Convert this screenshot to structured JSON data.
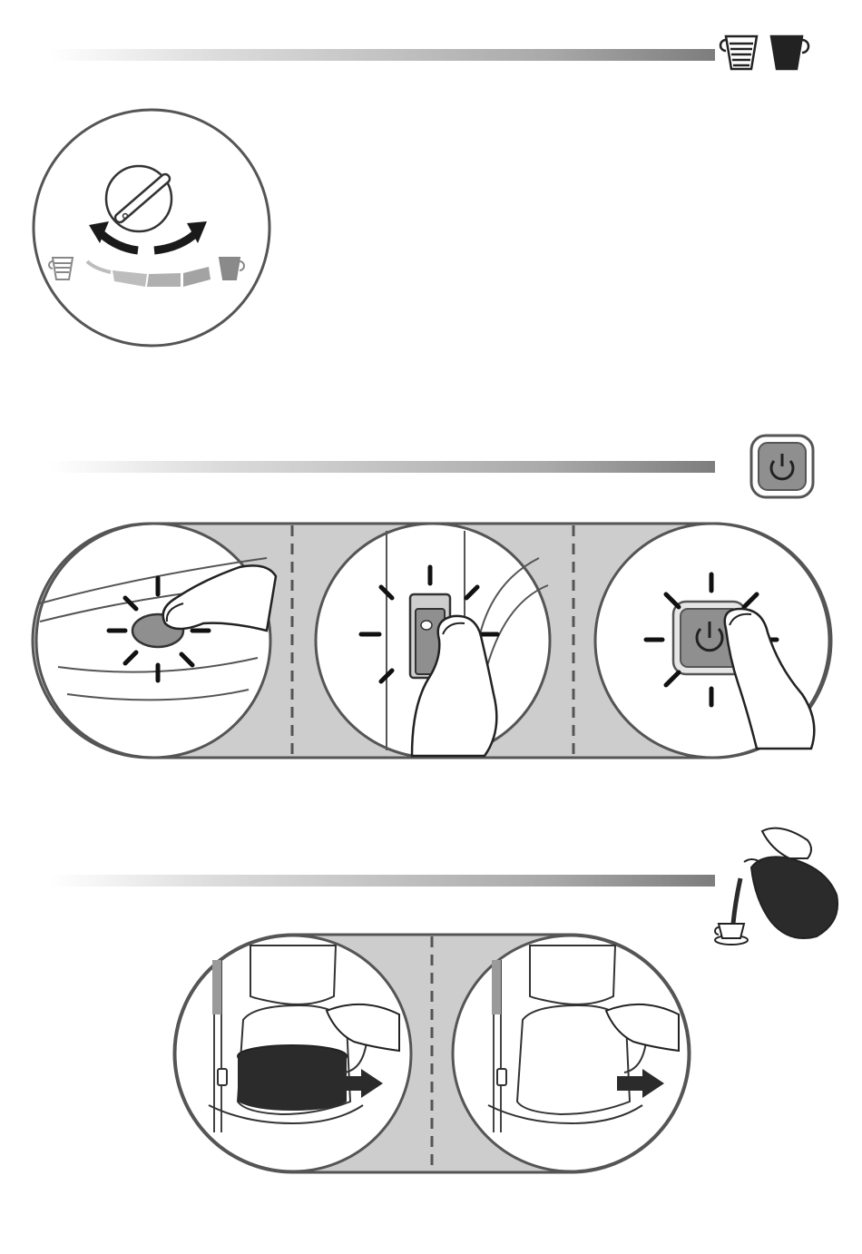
{
  "colors": {
    "ink": "#222222",
    "panel_gray": "#cdcdcd",
    "light_gray": "#e6e6e6",
    "mid_gray": "#9a9a9a",
    "dark_fill": "#2b2b2b",
    "button_gray": "#8f8f8f"
  },
  "sections": [
    {
      "name": "strength-selection",
      "icons": [
        "mild-coffee-cup-icon",
        "strong-coffee-cup-icon"
      ]
    },
    {
      "name": "power-on",
      "icons": [
        "power-button-icon"
      ]
    },
    {
      "name": "serve",
      "icons": [
        "pouring-jug-icon"
      ]
    }
  ],
  "strength_dial": {
    "levels": 5,
    "left_icon": "mild-coffee-cup-icon",
    "right_icon": "strong-coffee-cup-icon"
  },
  "power_steps": [
    {
      "icon": "finger-press-icon",
      "variant": "round-button"
    },
    {
      "icon": "finger-press-icon",
      "variant": "rocker-switch"
    },
    {
      "icon": "finger-press-icon",
      "variant": "square-power-button"
    }
  ],
  "carafe_steps": [
    {
      "icon": "glass-carafe-icon",
      "variant": "glass-full"
    },
    {
      "icon": "thermal-carafe-icon",
      "variant": "thermal"
    }
  ]
}
